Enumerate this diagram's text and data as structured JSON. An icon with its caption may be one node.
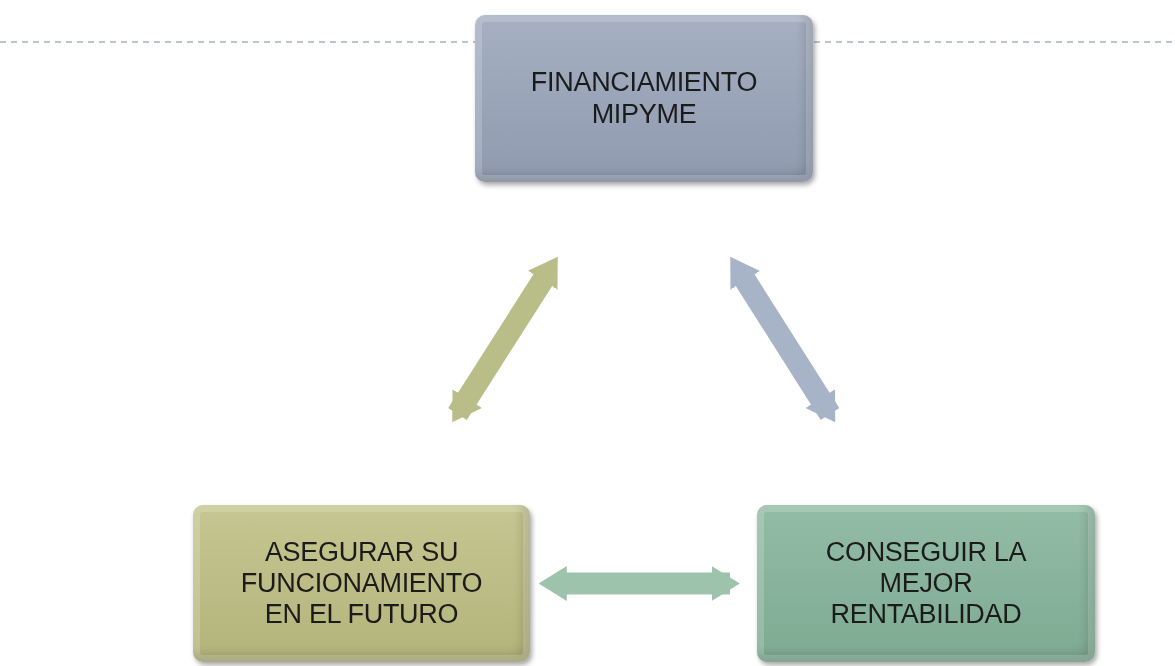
{
  "diagram": {
    "nodes": [
      {
        "text": [
          "FINANCIAMIENTO MIPYME"
        ]
      },
      {
        "text": [
          "ASEGURAR SU FUNCIONAMIENTO EN EL FUTURO"
        ]
      },
      {
        "text": [
          "CONSEGUIR LA MEJOR RENTABILIDAD"
        ]
      }
    ],
    "edges": [
      {
        "from": 0,
        "to": 1,
        "arrow": "both",
        "color": "#b9bd88"
      },
      {
        "from": 0,
        "to": 2,
        "arrow": "both",
        "color": "#a7b3c6"
      },
      {
        "from": 1,
        "to": 2,
        "arrow": "both",
        "color": "#9dc3ad"
      }
    ]
  }
}
